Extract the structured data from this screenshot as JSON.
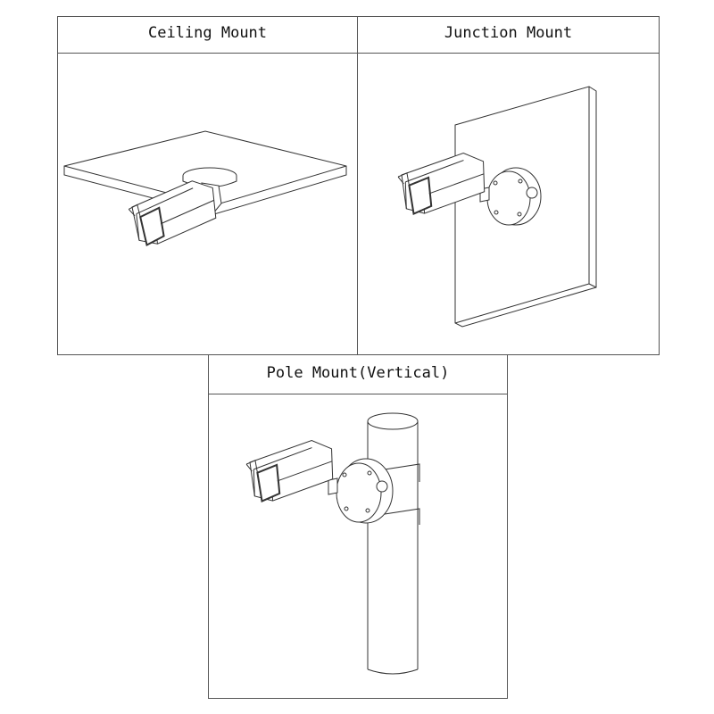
{
  "panels": [
    {
      "title": "Ceiling Mount"
    },
    {
      "title": "Junction Mount"
    },
    {
      "title": "Pole Mount(Vertical)"
    }
  ]
}
